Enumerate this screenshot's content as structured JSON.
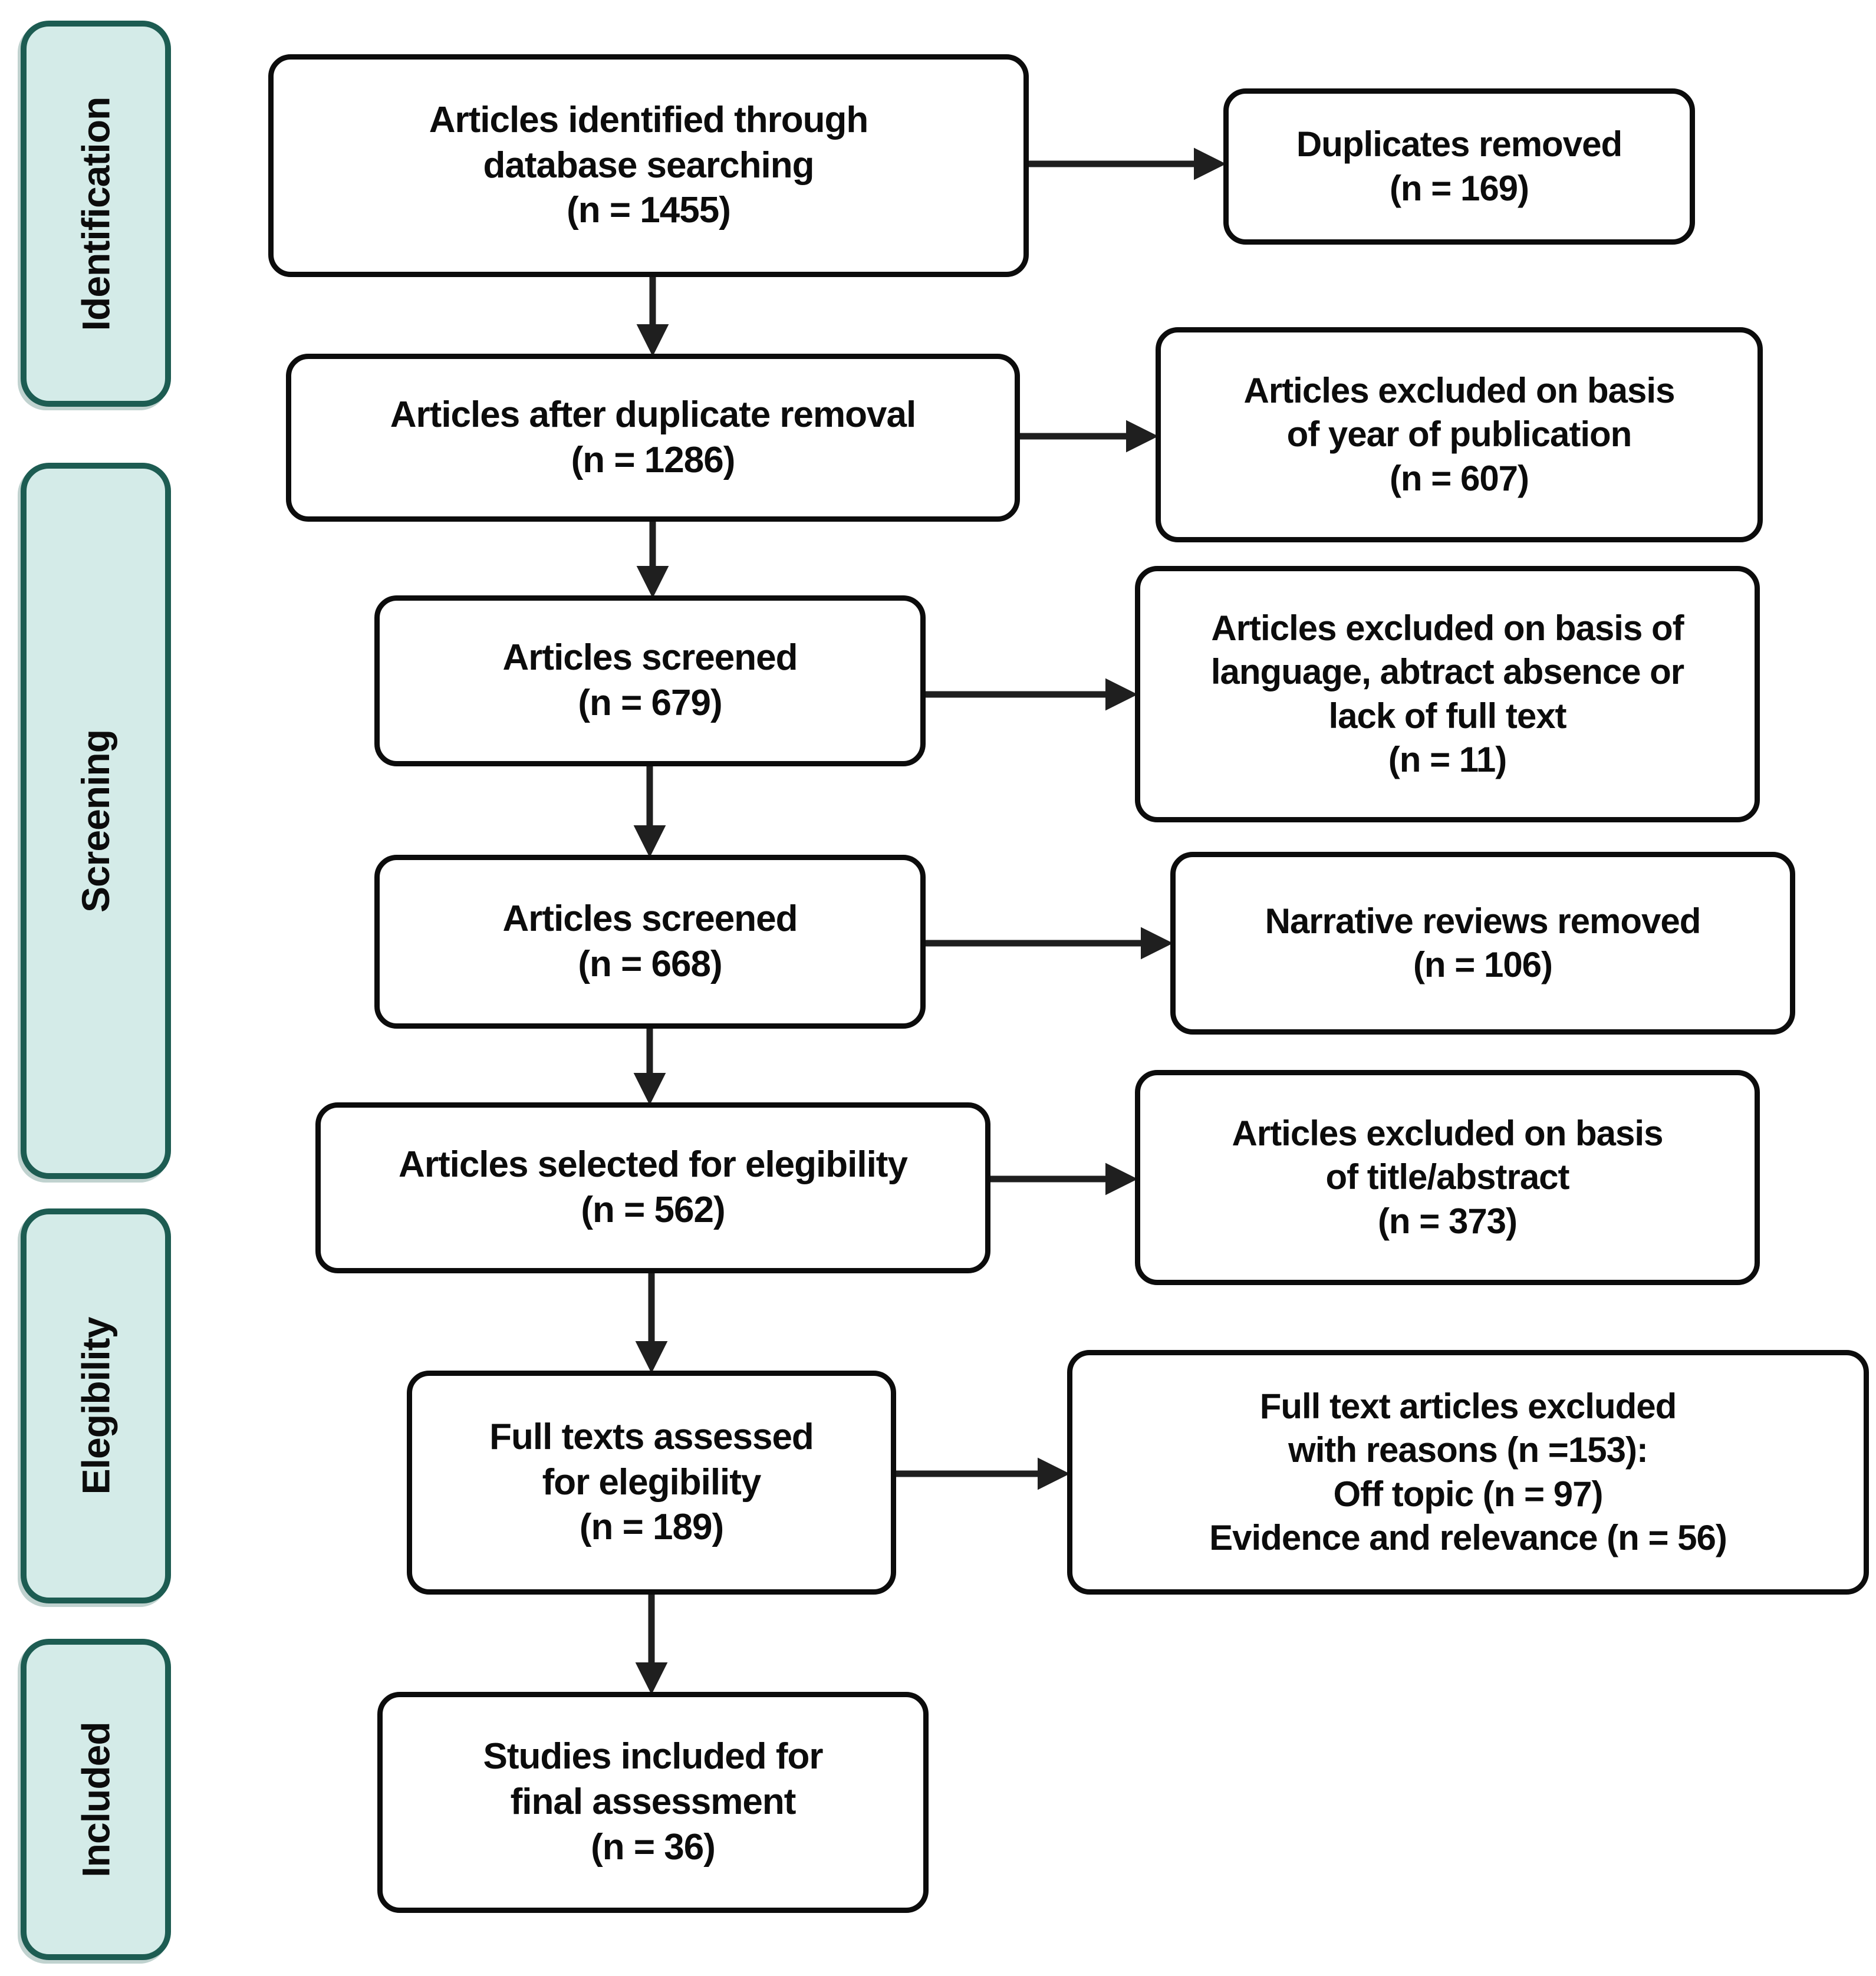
{
  "diagram": {
    "title": "PRISMA-style article selection flow diagram",
    "colors": {
      "stage_fill": "#d4ebe8",
      "stage_border": "#1d5c52",
      "box_fill": "#ffffff",
      "box_border": "#0c0c0c",
      "arrow": "#1f1f1f",
      "text": "#0c0c0c"
    },
    "stages": [
      {
        "label": "Identification"
      },
      {
        "label": "Screening"
      },
      {
        "label": "Elegibility"
      },
      {
        "label": "Included"
      }
    ],
    "main_flow": [
      {
        "n": 1455,
        "text": "Articles identified through\ndatabase searching\n(n = 1455)"
      },
      {
        "n": 1286,
        "text": "Articles after duplicate removal\n(n = 1286)"
      },
      {
        "n": 679,
        "text": "Articles screened\n(n = 679)"
      },
      {
        "n": 668,
        "text": "Articles screened\n(n = 668)"
      },
      {
        "n": 562,
        "text": "Articles selected for elegibility\n(n = 562)"
      },
      {
        "n": 189,
        "text": "Full texts assessed\nfor elegibility\n(n = 189)"
      },
      {
        "n": 36,
        "text": "Studies included for\nfinal assessment\n(n = 36)"
      }
    ],
    "exclusions": [
      {
        "n": 169,
        "text": "Duplicates removed\n(n = 169)"
      },
      {
        "n": 607,
        "text": "Articles excluded on basis\nof year of publication\n(n = 607)"
      },
      {
        "n": 11,
        "text": "Articles excluded on basis of\nlanguage, abtract absence or\nlack of full text\n(n = 11)"
      },
      {
        "n": 106,
        "text": "Narrative reviews removed\n(n = 106)"
      },
      {
        "n": 373,
        "text": "Articles excluded on basis\nof title/abstract\n(n = 373)"
      },
      {
        "n": 153,
        "off_topic_n": 97,
        "evidence_relevance_n": 56,
        "text": "Full text articles excluded\nwith reasons (n =153):\nOff topic (n = 97)\nEvidence and relevance (n = 56)"
      }
    ]
  }
}
